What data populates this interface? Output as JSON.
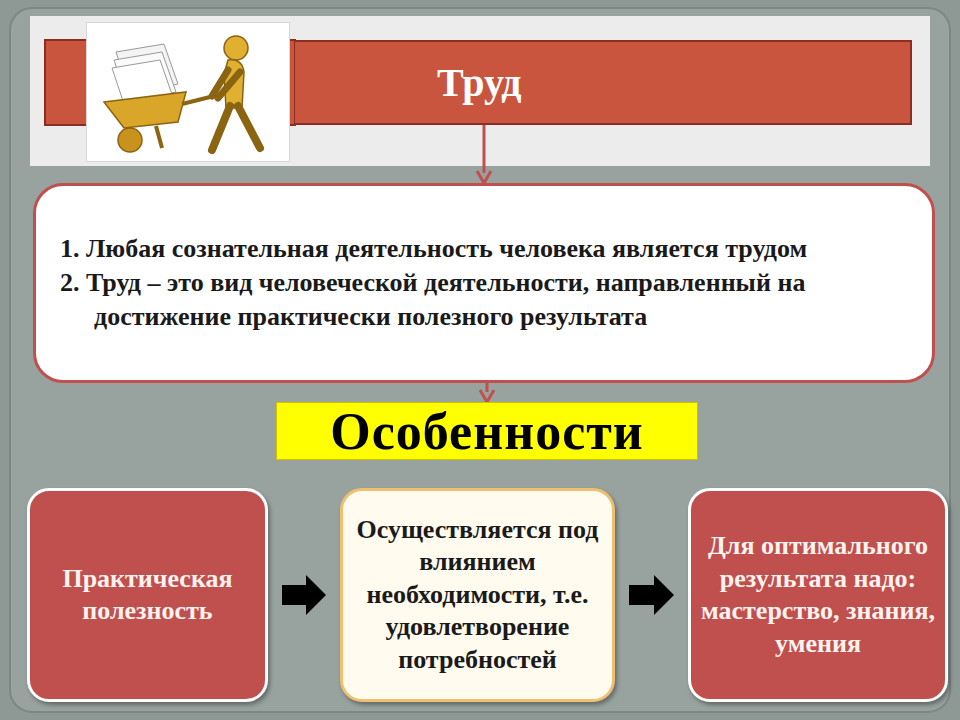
{
  "diagram": {
    "nodes": [
      {
        "text": [
          "Труд"
        ]
      },
      {
        "text": [
          "1. Любая сознательная деятельность человека является трудом",
          "2. Труд – это вид человеческой деятельности, направленный на достижение практически полезного результата"
        ]
      },
      {
        "text": [
          "Особенности"
        ]
      },
      {
        "text": [
          "Практическая полезность"
        ]
      },
      {
        "text": [
          "Осуществляется под влиянием необходимости, т.е. удовлетворение потребностей"
        ]
      },
      {
        "text": [
          "Для оптимального результата надо: мастерство, знания, умения"
        ]
      }
    ],
    "edges": [
      {
        "from": 0,
        "to": 1,
        "arrow": "to"
      },
      {
        "from": 1,
        "to": 2,
        "arrow": "to"
      },
      {
        "from": 3,
        "to": 4,
        "arrow": "to"
      },
      {
        "from": 4,
        "to": 5,
        "arrow": "to"
      }
    ]
  }
}
